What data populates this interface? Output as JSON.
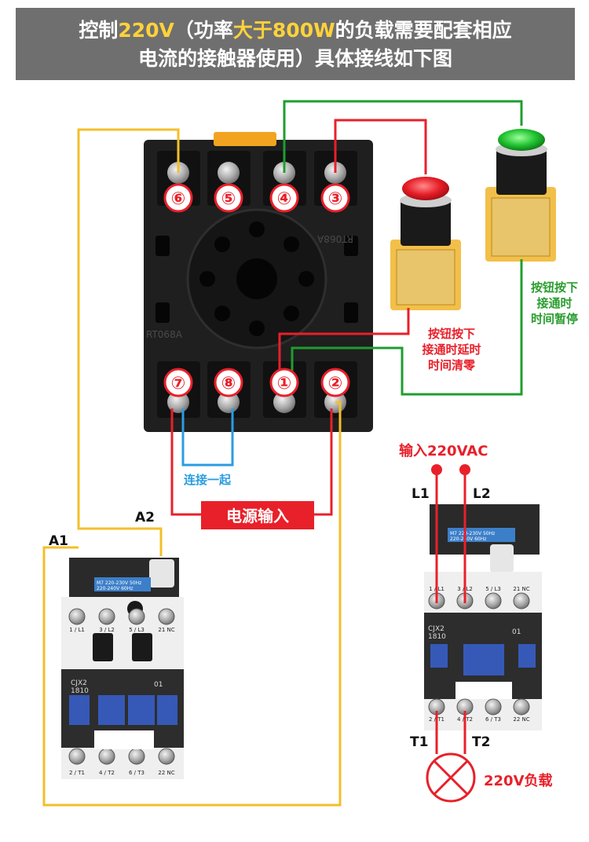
{
  "header": {
    "line1": [
      {
        "text": "控制",
        "highlight": false
      },
      {
        "text": "220V",
        "highlight": true
      },
      {
        "text": "（功率",
        "highlight": false
      },
      {
        "text": "大于",
        "highlight": true
      },
      {
        "text": "800W",
        "highlight": true
      },
      {
        "text": "的负载需要配套相应",
        "highlight": false
      }
    ],
    "line2": "电流的接触器使用）具体接线如下图"
  },
  "relay_socket": {
    "top_terminals": [
      "⑥",
      "⑤",
      "④",
      "③"
    ],
    "bottom_terminals": [
      "⑦",
      "⑧",
      "①",
      "②"
    ],
    "label_left": "RT068A",
    "label_right": "RT068A"
  },
  "buttons": {
    "red_note": [
      "按钮按下",
      "接通时延时",
      "时间清零"
    ],
    "green_note": [
      "按钮按下",
      "接通时",
      "时间暂停"
    ]
  },
  "labels": {
    "connect_together": "连接一起",
    "power_input": "电源输入",
    "a1": "A1",
    "a2": "A2",
    "input_220vac": "输入220VAC",
    "l1": "L1",
    "l2": "L2",
    "t1": "T1",
    "t2": "T2",
    "load": "220V负载"
  },
  "contactor": {
    "model": "CJX2\n1810",
    "model_line1": "CJX2",
    "model_line2": "1810",
    "num": "01",
    "spec1": "M7 220-230V 50Hz",
    "spec2": "220-240V 60Hz",
    "top_terms": [
      "1 / L1",
      "3 / L2",
      "5 / L3",
      "21 NC"
    ],
    "bottom_terms": [
      "2 / T1",
      "4 / T2",
      "6 / T3",
      "22 NC"
    ],
    "a1_mark": "A1",
    "a2_mark": "A2"
  },
  "colors": {
    "title_bg": "#6f6f6f",
    "highlight": "#ffd23a",
    "wire_yellow": "#f4bf2a",
    "wire_green": "#1e9e2e",
    "wire_red": "#e8202a",
    "wire_blue": "#2a9de0",
    "note_red": "#e8202a",
    "note_green": "#2a9d2e"
  }
}
